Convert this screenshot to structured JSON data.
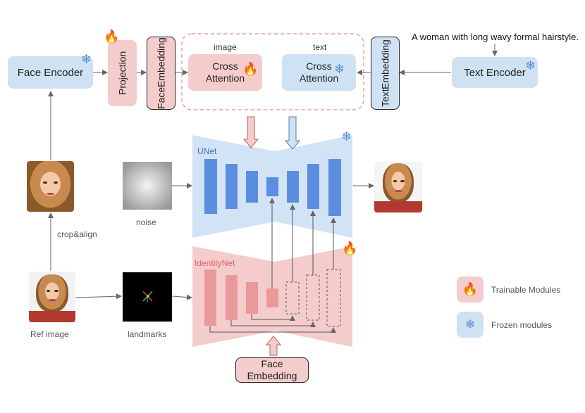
{
  "prompt_text": "A woman with long wavy formal hairstyle.",
  "face_encoder": "Face Encoder",
  "projection": "Projection",
  "face_embedding_top": [
    "Face",
    "Embedding"
  ],
  "image_label": "image",
  "text_label": "text",
  "cross_attention_image": [
    "Cross",
    "Attention"
  ],
  "cross_attention_text": [
    "Cross",
    "Attention"
  ],
  "text_embedding": [
    "Text",
    "Embedding"
  ],
  "text_encoder": "Text Encoder",
  "unet_label": "UNet",
  "identitynet_label": "IdentityNet",
  "noise_label": "noise",
  "crop_align_label": "crop&align",
  "ref_image_label": "Ref image",
  "landmarks_label": "landmarks",
  "face_embedding_bottom": [
    "Face",
    "Embedding"
  ],
  "legend": {
    "trainable": "Trainable Modules",
    "frozen": "Frozen modules"
  },
  "icons": {
    "trainable": "fire-icon",
    "frozen": "snowflake-icon"
  },
  "colors": {
    "frozen_fill": "#cfe2f3",
    "trainable_fill": "#f4cccc",
    "unet_block": "#5b8ee0",
    "identity_block": "#e89a9a",
    "unet_label_color": "#3d6fc4",
    "identity_label_color": "#e06666"
  }
}
